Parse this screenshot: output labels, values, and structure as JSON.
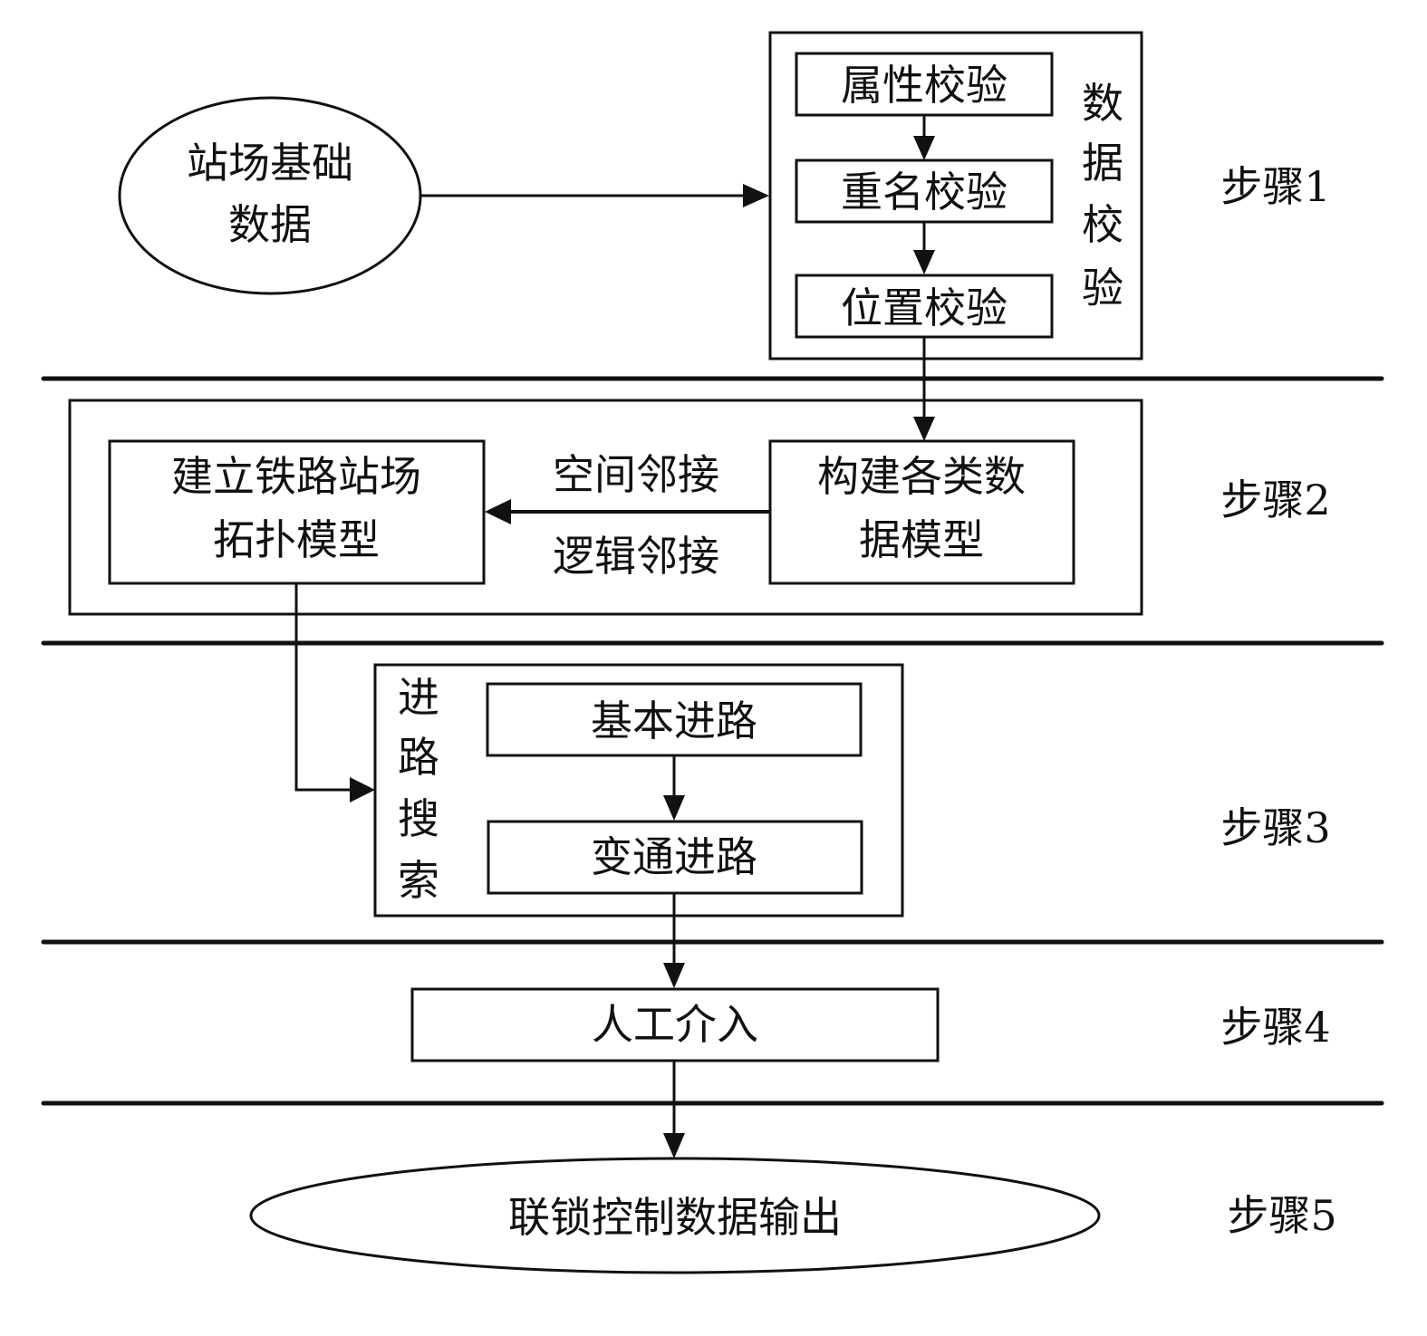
{
  "diagram": {
    "colors": {
      "stroke": "#111111",
      "background": "#ffffff"
    },
    "step1": {
      "label": "步骤1",
      "source_line1": "站场基础",
      "source_line2": "数据",
      "group_label": [
        "数",
        "据",
        "校",
        "验"
      ],
      "checks": [
        "属性校验",
        "重名校验",
        "位置校验"
      ]
    },
    "step2": {
      "label": "步骤2",
      "topology_line1": "建立铁路站场",
      "topology_line2": "拓扑模型",
      "build_line1": "构建各类数",
      "build_line2": "据模型",
      "edge_label_top": "空间邻接",
      "edge_label_bottom": "逻辑邻接"
    },
    "step3": {
      "label": "步骤3",
      "group_label": [
        "进",
        "路",
        "搜",
        "索"
      ],
      "basic_route": "基本进路",
      "alt_route": "变通进路"
    },
    "step4": {
      "label": "步骤4",
      "manual": "人工介入"
    },
    "step5": {
      "label": "步骤5",
      "output": "联锁控制数据输出"
    }
  }
}
